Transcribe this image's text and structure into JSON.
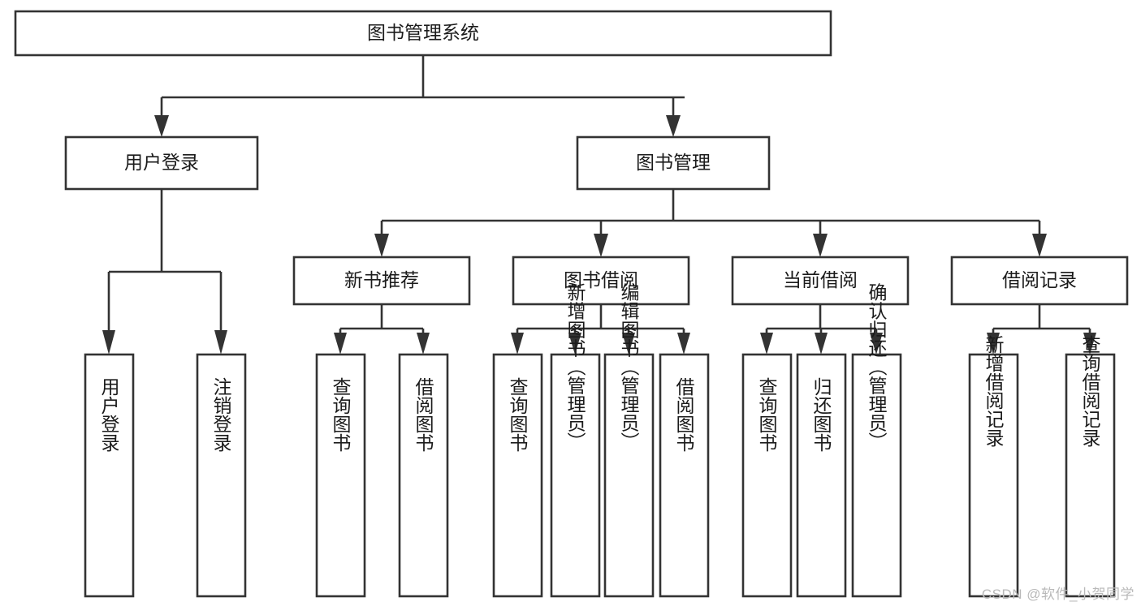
{
  "diagram": {
    "type": "tree-hierarchy-chart",
    "root": {
      "id": "root",
      "label": "图书管理系统"
    },
    "level2": [
      {
        "id": "user-login",
        "label": "用户登录"
      },
      {
        "id": "book-manage",
        "label": "图书管理"
      }
    ],
    "level3": [
      {
        "id": "new-book-rec",
        "label": "新书推荐"
      },
      {
        "id": "book-borrow",
        "label": "图书借阅"
      },
      {
        "id": "current-borrow",
        "label": "当前借阅"
      },
      {
        "id": "borrow-record",
        "label": "借阅记录"
      }
    ],
    "leaves": {
      "user_login": [
        {
          "id": "leaf-user-login",
          "label": "用户登录"
        },
        {
          "id": "leaf-logout-login",
          "label": "注销登录"
        }
      ],
      "new_book_rec": [
        {
          "id": "leaf-query-book-1",
          "label": "查询图书"
        },
        {
          "id": "leaf-borrow-book-1",
          "label": "借阅图书"
        }
      ],
      "book_borrow": [
        {
          "id": "leaf-query-book-2",
          "label": "查询图书"
        },
        {
          "id": "leaf-add-book",
          "label": "新增图书（管理员）"
        },
        {
          "id": "leaf-edit-book",
          "label": "编辑图书（管理员）"
        },
        {
          "id": "leaf-borrow-book-2",
          "label": "借阅图书"
        }
      ],
      "current_borrow": [
        {
          "id": "leaf-query-book-3",
          "label": "查询图书"
        },
        {
          "id": "leaf-return-book",
          "label": "归还图书"
        },
        {
          "id": "leaf-confirm-return",
          "label": "确认归还（管理员）"
        }
      ],
      "borrow_record": [
        {
          "id": "leaf-add-record",
          "label": "新增借阅记录"
        },
        {
          "id": "leaf-query-record",
          "label": "查询借阅记录"
        }
      ]
    }
  },
  "watermark": {
    "text": "CSDN @软件_小贺同学"
  },
  "colors": {
    "background": "#ffffff",
    "box_stroke": "#333333",
    "text": "#1b1b1b",
    "connector": "#333333",
    "watermark": "#b9b9b9"
  }
}
